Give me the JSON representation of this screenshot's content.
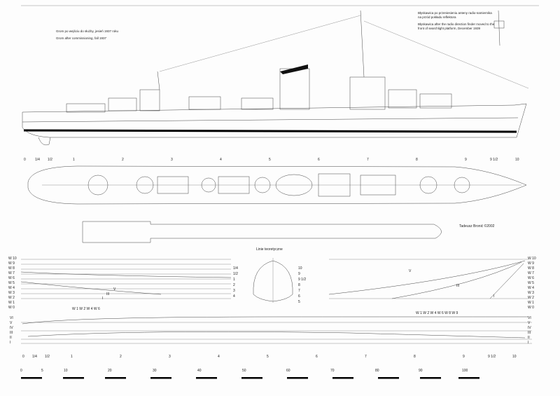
{
  "captions": {
    "pl_left": "Grom po wejściu do służby, jesień 1937 roku",
    "en_left": "Grom after commissioning, fall 1937",
    "pl_right": "Błyskawica po przeniesieniu anteny radio-namiernika na przód pokładu reflektora",
    "en_right": "Błyskawica after the radio direction finder moved to the front of searchlight platform, December 1939",
    "credit": "Tadeusz Bronić ©2002",
    "lines_title": "Linie teoretyczne"
  },
  "profile_stations": [
    "0",
    "1/4",
    "1/2",
    "1",
    "2",
    "3",
    "4",
    "5",
    "6",
    "7",
    "8",
    "9",
    "9 1/2",
    "10"
  ],
  "waterlines_left": [
    "W 10",
    "W 9",
    "W 8",
    "W 7",
    "W 6",
    "W 5",
    "W 4",
    "W 3",
    "W 2",
    "W 1",
    "W 0"
  ],
  "waterlines_right": [
    "W 10",
    "W 9",
    "W 8",
    "W 7",
    "W 6",
    "W 5",
    "W 4",
    "W 3",
    "W 2",
    "W 1",
    "W 0"
  ],
  "waterline_header_left": "W 1  W 2  W 4  W 6",
  "waterline_header_right": "W 1  W 2  W 4  W 6  W 8  W 9",
  "section_labels_left": [
    "1/4",
    "1/2",
    "1",
    "2",
    "3",
    "4"
  ],
  "section_labels_right": [
    "10",
    "9",
    "9 1/2",
    "8",
    "7",
    "6",
    "5"
  ],
  "section_label_roman_left": [
    "V",
    "III",
    "I"
  ],
  "section_label_roman_right": [
    "V",
    "III",
    "I"
  ],
  "buttocks_left": [
    "VI",
    "V",
    "IV",
    "III",
    "II",
    "I"
  ],
  "buttocks_right": [
    "VI",
    "V",
    "IV",
    "III",
    "II",
    "I"
  ],
  "plan_stations": [
    "0",
    "1/4",
    "1/2",
    "1",
    "2",
    "3",
    "4",
    "5",
    "6",
    "7",
    "8",
    "9",
    "9 1/2",
    "10"
  ],
  "scale_labels": [
    "0",
    "5",
    "10",
    "20",
    "30",
    "40",
    "50",
    "60",
    "70",
    "80",
    "90",
    "100"
  ]
}
